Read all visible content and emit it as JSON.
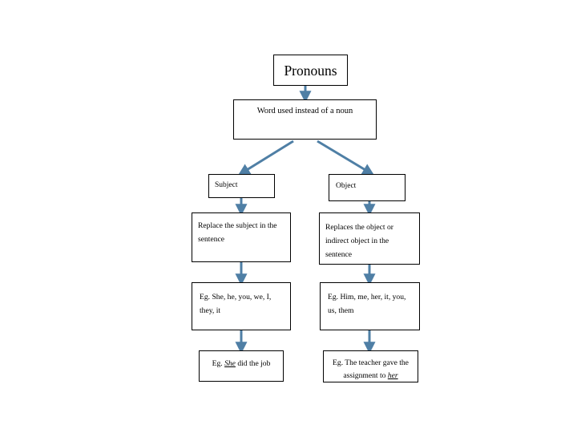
{
  "diagram": {
    "type": "flowchart",
    "title": "Pronouns",
    "connector_color": "#4F7FA5",
    "box_border_color": "#000000",
    "background_color": "#FFFFFF",
    "nodes": {
      "title": {
        "label": "Pronouns"
      },
      "definition": {
        "label": "Word used instead of a noun"
      },
      "subject_label": {
        "label": "Subject"
      },
      "object_label": {
        "label": "Object"
      },
      "subject_desc": {
        "label": "Replace the subject in the sentence"
      },
      "object_desc": {
        "label": "Replaces the object or indirect object in the sentence"
      },
      "subject_examples": {
        "label": "Eg.  She, he, you, we, I, they, it"
      },
      "object_examples": {
        "label": "Eg. Him, me, her, it, you, us, them"
      },
      "subject_sentence": {
        "prefix": "Eg. ",
        "emphasis": "She",
        "suffix": " did the job"
      },
      "object_sentence": {
        "prefix": "Eg. The teacher gave the assignment to ",
        "emphasis": "her",
        "suffix": ""
      }
    },
    "edges": [
      {
        "from": "title",
        "to": "definition",
        "style": "arrow-down"
      },
      {
        "from": "definition",
        "to": "subject_label",
        "style": "arrow-diagonal-left"
      },
      {
        "from": "definition",
        "to": "object_label",
        "style": "arrow-diagonal-right"
      },
      {
        "from": "subject_label",
        "to": "subject_desc",
        "style": "arrow-down"
      },
      {
        "from": "object_label",
        "to": "object_desc",
        "style": "arrow-down"
      },
      {
        "from": "subject_desc",
        "to": "subject_examples",
        "style": "arrow-down"
      },
      {
        "from": "object_desc",
        "to": "object_examples",
        "style": "arrow-down"
      },
      {
        "from": "subject_examples",
        "to": "subject_sentence",
        "style": "arrow-down"
      },
      {
        "from": "object_examples",
        "to": "object_sentence",
        "style": "arrow-down"
      }
    ]
  }
}
